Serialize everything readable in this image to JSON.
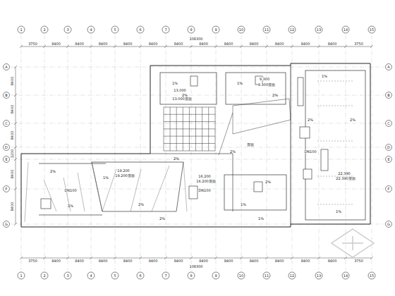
{
  "diagram": {
    "labels": [
      "1",
      "2",
      "3",
      "4",
      "5",
      "6",
      "7",
      "8",
      "9",
      "10",
      "11",
      "12",
      "13",
      "14",
      "15",
      "1",
      "2",
      "3",
      "4",
      "5",
      "6",
      "7",
      "8",
      "9",
      "10",
      "11",
      "12",
      "13",
      "14",
      "15",
      "A",
      "B",
      "C",
      "D",
      "E",
      "F",
      "G",
      "A",
      "B",
      "C",
      "D",
      "E",
      "F",
      "G",
      "3750",
      "8400",
      "8400",
      "8400",
      "8400",
      "8400",
      "8400",
      "8400",
      "8400",
      "8400",
      "8400",
      "8400",
      "8400",
      "3750",
      "3750",
      "8400",
      "8400",
      "8400",
      "8400",
      "8400",
      "8400",
      "8400",
      "8400",
      "8400",
      "8400",
      "8400",
      "8400",
      "3750",
      "8400",
      "8400",
      "8400",
      "1200",
      "8400",
      "8400",
      "108300",
      "108300",
      "1%",
      "1%",
      "1%",
      "1%",
      "2%",
      "2%",
      "2%",
      "2%",
      "2%",
      "2%",
      "1%",
      "1%",
      "2%",
      "2%",
      "1%",
      "2%",
      "1%",
      "2%",
      "13.000",
      "13.000屋面",
      "9.300",
      "9.300屋面",
      "19.200",
      "19.200屋面",
      "16.200",
      "16.200屋面",
      "22.390",
      "22.390屋面",
      "屋面",
      "DN100",
      "DN100",
      "DN100"
    ]
  }
}
